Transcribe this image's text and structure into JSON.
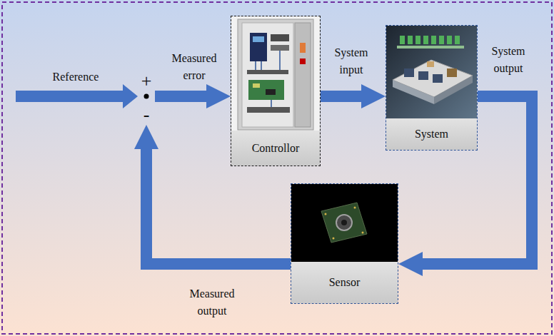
{
  "diagram": {
    "nodes": [
      {
        "text": [
          "+",
          "-"
        ]
      },
      {
        "text": [
          "Controllor"
        ]
      },
      {
        "text": [
          "System"
        ]
      },
      {
        "text": [
          "Sensor"
        ]
      }
    ],
    "edges": [
      {
        "from": 0,
        "to": 1,
        "arrow": "to",
        "label": "Measured error"
      },
      {
        "from": 1,
        "to": 2,
        "arrow": "to",
        "label": "System input"
      },
      {
        "from": 2,
        "to": 3,
        "arrow": "to",
        "label": "System output"
      },
      {
        "from": 3,
        "to": 0,
        "arrow": "to",
        "label": "Measured output"
      }
    ],
    "labels": [
      "Reference"
    ]
  }
}
